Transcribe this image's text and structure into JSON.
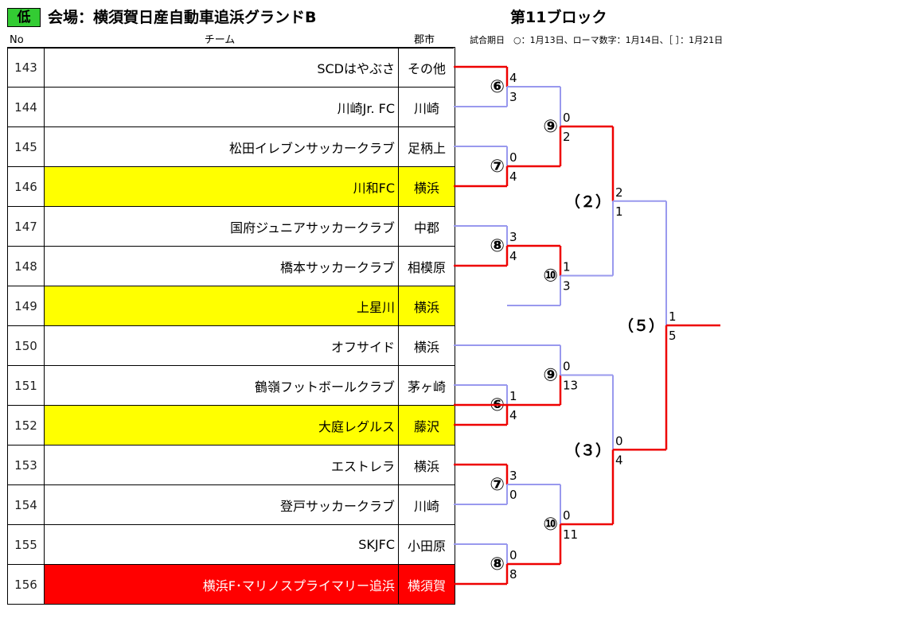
{
  "header": {
    "badge": "低",
    "venue": "会場：横須賀日産自動車追浜グランドB",
    "block": "第11ブロック",
    "note": "試合期日　○：1月13日、ローマ数字：1月14日、［ ］：1月21日",
    "col_no": "No",
    "col_team": "チーム",
    "col_region": "郡市"
  },
  "teams": [
    {
      "no": "143",
      "name": "SCDはやぶさ",
      "region": "その他",
      "highlight": ""
    },
    {
      "no": "144",
      "name": "川崎Jr. FC",
      "region": "川崎",
      "highlight": ""
    },
    {
      "no": "145",
      "name": "松田イレブンサッカークラブ",
      "region": "足柄上",
      "highlight": ""
    },
    {
      "no": "146",
      "name": "川和FC",
      "region": "横浜",
      "highlight": "yellow"
    },
    {
      "no": "147",
      "name": "国府ジュニアサッカークラブ",
      "region": "中郡",
      "highlight": ""
    },
    {
      "no": "148",
      "name": "橋本サッカークラブ",
      "region": "相模原",
      "highlight": ""
    },
    {
      "no": "149",
      "name": "上星川",
      "region": "横浜",
      "highlight": "yellow"
    },
    {
      "no": "150",
      "name": "オフサイド",
      "region": "横浜",
      "highlight": ""
    },
    {
      "no": "151",
      "name": "鶴嶺フットボールクラブ",
      "region": "茅ヶ崎",
      "highlight": ""
    },
    {
      "no": "152",
      "name": "大庭レグルス",
      "region": "藤沢",
      "highlight": "yellow"
    },
    {
      "no": "153",
      "name": "エストレラ",
      "region": "横浜",
      "highlight": ""
    },
    {
      "no": "154",
      "name": "登戸サッカークラブ",
      "region": "川崎",
      "highlight": ""
    },
    {
      "no": "155",
      "name": "SKJFC",
      "region": "小田原",
      "highlight": ""
    },
    {
      "no": "156",
      "name": "横浜F･マリノスプライマリー追浜",
      "region": "横須賀",
      "highlight": "red"
    }
  ],
  "colors": {
    "win": "#ee0000",
    "lose": "#9999ee",
    "yellow": "#ffff00",
    "red": "#ff0000"
  },
  "bracket": {
    "round1": [
      {
        "label": "⑥",
        "top_team": 0,
        "bottom_team": 1,
        "top_score": "4",
        "bottom_score": "3",
        "winner": "top"
      },
      {
        "label": "⑦",
        "top_team": 2,
        "bottom_team": 3,
        "top_score": "0",
        "bottom_score": "4",
        "winner": "bottom"
      },
      {
        "label": "⑧",
        "top_team": 4,
        "bottom_team": 5,
        "top_score": "3",
        "bottom_score": "4",
        "winner": "bottom"
      },
      {
        "label": "⑥",
        "top_team": 8,
        "bottom_team": 9,
        "top_score": "1",
        "bottom_score": "4",
        "winner": "bottom"
      },
      {
        "label": "⑦",
        "top_team": 10,
        "bottom_team": 11,
        "top_score": "3",
        "bottom_score": "0",
        "winner": "top"
      },
      {
        "label": "⑧",
        "top_team": 12,
        "bottom_team": 13,
        "top_score": "0",
        "bottom_score": "8",
        "winner": "bottom"
      }
    ],
    "round2": [
      {
        "label": "⑨",
        "top_score": "0",
        "bottom_score": "2",
        "winner": "bottom"
      },
      {
        "label": "⑩",
        "top_score": "1",
        "bottom_score": "3",
        "winner": "top"
      },
      {
        "label": "⑨",
        "top_score": "0",
        "bottom_score": "13",
        "winner": "bottom"
      },
      {
        "label": "⑩",
        "top_score": "0",
        "bottom_score": "11",
        "winner": "bottom"
      }
    ],
    "round3": [
      {
        "label": "（２）",
        "top_score": "2",
        "bottom_score": "1",
        "winner": "top"
      },
      {
        "label": "（３）",
        "top_score": "0",
        "bottom_score": "4",
        "winner": "bottom"
      }
    ],
    "final": {
      "label": "（５）",
      "top_score": "1",
      "bottom_score": "5",
      "winner": "bottom"
    }
  }
}
